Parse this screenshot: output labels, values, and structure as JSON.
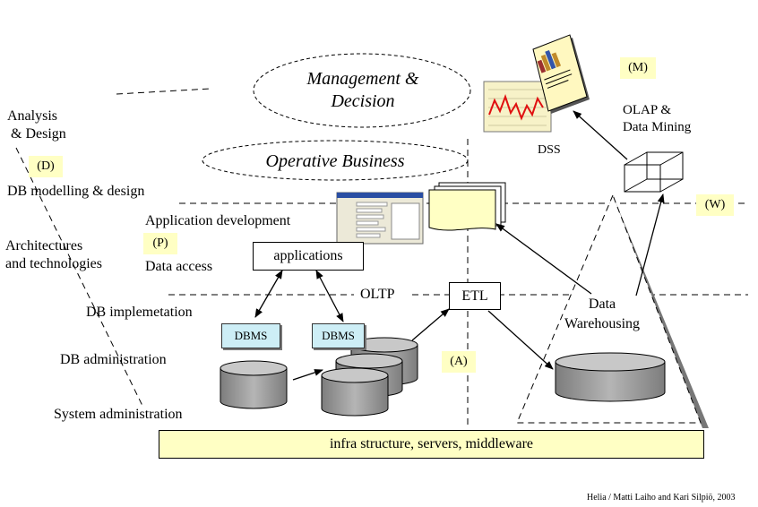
{
  "left_labels": {
    "analysis_design": "Analysis\n & Design",
    "db_modelling": "DB modelling & design",
    "architectures": "Architectures\nand technologies",
    "db_implementation": "DB implemetation",
    "db_administration": "DB administration",
    "system_administration": "System administration"
  },
  "tags": {
    "d": "(D)",
    "p": "(P)",
    "a": "(A)",
    "m": "(M)",
    "w": "(W)"
  },
  "ovals": {
    "management": "Management &\nDecision",
    "operative": "Operative Business"
  },
  "labels": {
    "application_development": "Application development",
    "data_access": "Data access",
    "oltp": "OLTP",
    "dss": "DSS",
    "olap": "OLAP &\nData Mining",
    "data_warehousing": "Data\nWarehousing"
  },
  "boxes": {
    "applications": "applications",
    "etl": "ETL",
    "dbms": "DBMS"
  },
  "infra": "infra structure, servers, middleware",
  "credit": "Helia / Matti Laiho and Kari Silpiö, 2003"
}
